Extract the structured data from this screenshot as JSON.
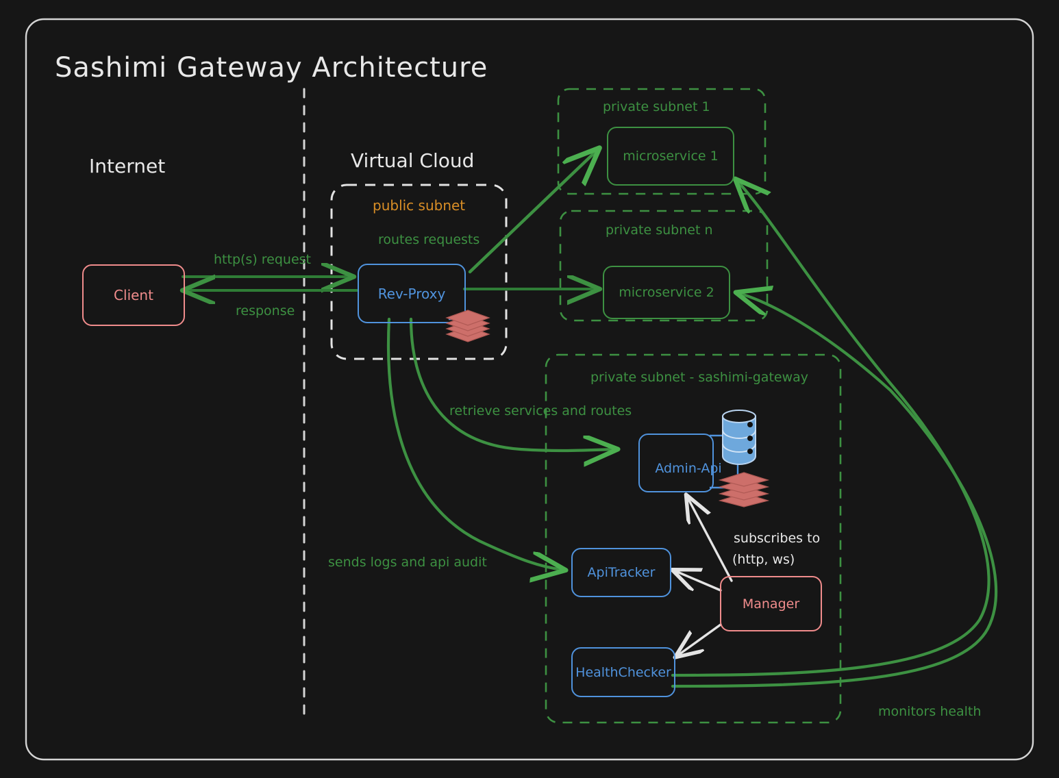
{
  "diagram": {
    "title": "Sashimi Gateway Architecture",
    "background_color": "#161616",
    "frame_color": "#d4d4d4"
  },
  "zones": [
    {
      "id": "internet",
      "label": "Internet",
      "color": "#e8e8e8"
    },
    {
      "id": "virtual-cloud",
      "label": "Virtual Cloud",
      "color": "#e8e8e8"
    }
  ],
  "subnets": [
    {
      "id": "public-subnet",
      "label": "public subnet",
      "color": "#d98e26",
      "border_color": "#e3e3e3",
      "style": "dashed"
    },
    {
      "id": "private-subnet-1",
      "label": "private subnet 1",
      "color": "#3d9142",
      "border_color": "#3d9142",
      "style": "dashed"
    },
    {
      "id": "private-subnet-n",
      "label": "private subnet n",
      "color": "#3d9142",
      "border_color": "#3d9142",
      "style": "dashed"
    },
    {
      "id": "private-subnet-sashimi-gateway",
      "label": "private subnet - sashimi-gateway",
      "color": "#3d9142",
      "border_color": "#3d9142",
      "style": "dashed"
    }
  ],
  "nodes": [
    {
      "id": "client",
      "label": "Client",
      "color": "#f08c8c"
    },
    {
      "id": "rev-proxy",
      "label": "Rev-Proxy",
      "color": "#5093dd"
    },
    {
      "id": "microservice-1",
      "label": "microservice 1",
      "color": "#3d9142"
    },
    {
      "id": "microservice-2",
      "label": "microservice 2",
      "color": "#3d9142"
    },
    {
      "id": "admin-api",
      "label": "Admin-Api",
      "color": "#5093dd"
    },
    {
      "id": "api-tracker",
      "label": "ApiTracker",
      "color": "#5093dd"
    },
    {
      "id": "health-checker",
      "label": "HealthChecker",
      "color": "#5093dd"
    },
    {
      "id": "manager",
      "label": "Manager",
      "color": "#f08c8c"
    }
  ],
  "edge_labels": [
    {
      "id": "http-request",
      "text": "http(s) request",
      "color": "#3d9142"
    },
    {
      "id": "response",
      "text": "response",
      "color": "#3d9142"
    },
    {
      "id": "routes-requests",
      "text": "routes requests",
      "color": "#3d9142"
    },
    {
      "id": "retrieve-services",
      "text": "retrieve services and routes",
      "color": "#3d9142"
    },
    {
      "id": "sends-logs",
      "text": "sends logs and api audit",
      "color": "#3d9142"
    },
    {
      "id": "subscribes-to",
      "text": "subscribes to",
      "color": "#e8e8e8"
    },
    {
      "id": "subscribes-proto",
      "text": "(http, ws)",
      "color": "#e8e8e8"
    },
    {
      "id": "monitors-health",
      "text": "monitors health",
      "color": "#3d9142"
    }
  ],
  "icons": [
    {
      "id": "rev-proxy-layers",
      "name": "layers-stack-icon",
      "color": "#cd6f6a"
    },
    {
      "id": "admin-api-database",
      "name": "database-icon",
      "color": "#6ea8dc"
    },
    {
      "id": "admin-api-layers",
      "name": "layers-stack-icon",
      "color": "#cd6f6a"
    }
  ],
  "palette": {
    "green": "#3d9142",
    "green_bright": "#4caf50",
    "blue": "#5093dd",
    "salmon": "#f08c8c",
    "orange": "#d98e26",
    "white": "#e8e8e8",
    "db_blue": "#6ea8dc",
    "layer_red": "#cd6f6a"
  }
}
